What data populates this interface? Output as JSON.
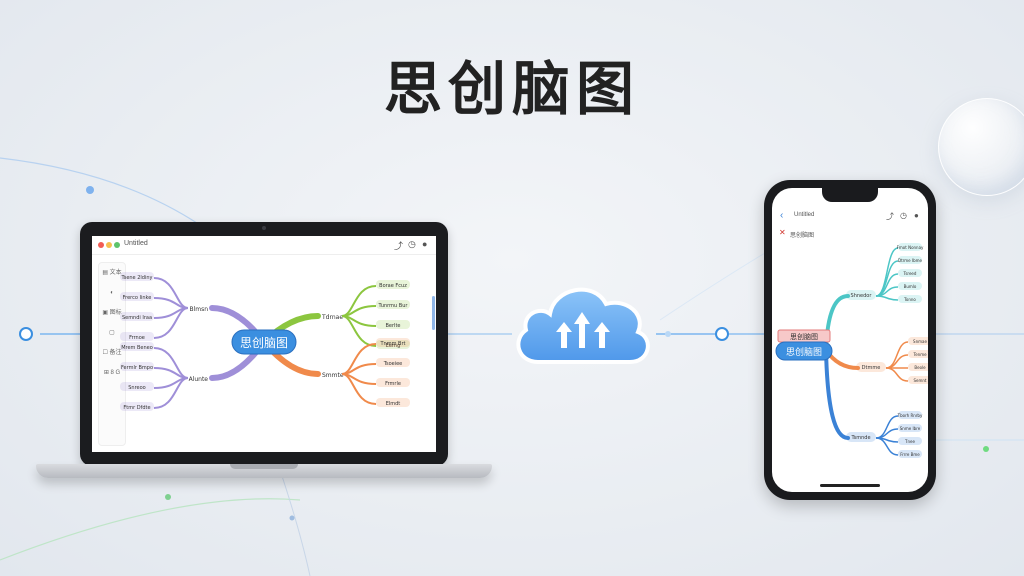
{
  "headline": "思创脑图",
  "colors": {
    "accent_blue": "#3b82d6",
    "central_blue": "#3b8fe0",
    "branch_purple": "#9f8fd8",
    "branch_green": "#8cc63f",
    "branch_orange": "#f08a4b",
    "branch_teal": "#4cc6c6",
    "cloud_blue": "#6cb0f5",
    "background": "#eceff3"
  },
  "laptop": {
    "app_name": "Untitled",
    "toolbar_icons": [
      "share-icon",
      "clock-icon",
      "settings-icon"
    ],
    "side_panel_items": [
      "▤ 文本",
      "◐",
      "▣ 图标",
      "▢",
      "☐ 备注",
      "⊞ 8 G"
    ],
    "mindmap": {
      "central": "思创脑图",
      "branches": [
        {
          "side": "left",
          "color": "#9f8fd8",
          "label": "Blmsn",
          "children": [
            "Tsene 2ldiny",
            "Frerco Iinke",
            "Semndi Iraa",
            "Frrnoe"
          ]
        },
        {
          "side": "left",
          "color": "#9f8fd8",
          "label": "Alunte",
          "children": [
            "Mrem Beneo",
            "Fermlr Bmpo",
            "Snreoo",
            "Ftmr Dfdte"
          ]
        },
        {
          "side": "right",
          "color": "#8cc63f",
          "label": "Tdrnae",
          "children": [
            "Borae Fcuz",
            "Tunrmu Bur",
            "Berlte",
            "Eerng"
          ]
        },
        {
          "side": "right",
          "color": "#f08a4b",
          "label": "Smmte",
          "children": [
            "Tnmm Brt",
            "Tsoeiee",
            "Frmrle",
            "Elmdt"
          ]
        }
      ]
    }
  },
  "phone": {
    "app_name": "Untitled",
    "toolbar_text": "思创脑图",
    "mindmap": {
      "central": "思创脑图",
      "top_node": "思创脑图",
      "branches": [
        {
          "side": "top",
          "color": "#4cc6c6",
          "label": "Shnedor",
          "children": [
            "Fmot Nonnay",
            "Dtrme Ibme",
            "Tsreed",
            "Bumlo",
            "Tonno"
          ]
        },
        {
          "side": "middle",
          "color": "#f08a4b",
          "label": "Dtmme",
          "children": [
            "Snmae",
            "Tenme",
            "Beole",
            "Semnt"
          ]
        },
        {
          "side": "bottom",
          "color": "#3b82d6",
          "label": "Tsmnde",
          "children": [
            "Tborh Rnrby",
            "Snme Ibre",
            "Tnee",
            "Frrre Bme"
          ]
        }
      ]
    }
  }
}
